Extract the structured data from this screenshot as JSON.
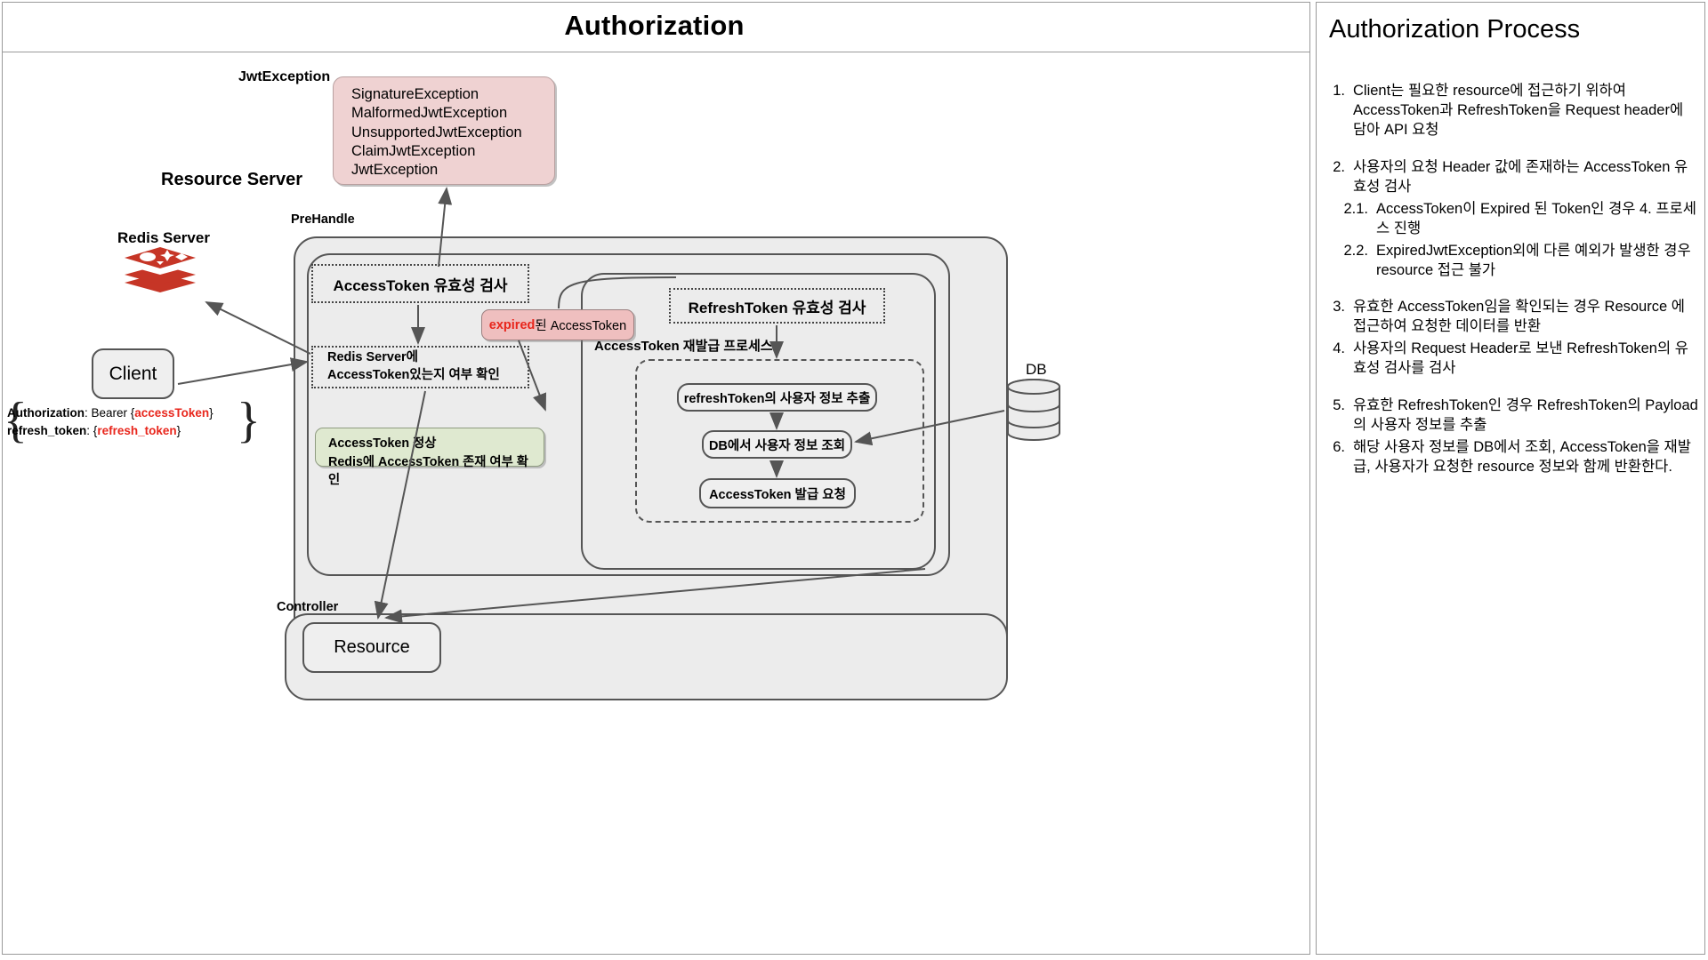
{
  "diagram": {
    "title": "Authorization",
    "resource_server_label": "Resource Server",
    "prehandle_label": "PreHandle",
    "controller_label": "Controller",
    "redis_label": "Redis Server",
    "db_label": "DB",
    "client_label": "Client",
    "resource_label": "Resource",
    "jwt_exception_label": "JwtException",
    "jwt_exceptions": [
      "SignatureException",
      "MalformedJwtException",
      "UnsupportedJwtException",
      "ClaimJwtException",
      "JwtException"
    ],
    "client_header": {
      "line1_key": "Authorization",
      "line1_sep": ": Bearer {",
      "line1_val": "accessToken",
      "line1_end": "}",
      "line2_key": "refresh_token",
      "line2_sep": ": {",
      "line2_val": "refresh_token",
      "line2_end": "}"
    },
    "access_validation_label": "AccessToken 유효성 검사",
    "redis_check_line1": "Redis Server에",
    "redis_check_line2": "AccessToken있는지 여부 확인",
    "expired_callout_red": "expired",
    "expired_callout_rest": " 된 AccessToken",
    "ok_callout_line1": "AccessToken 정상",
    "ok_callout_line2": "Redis에 AccessToken 존재 여부 확인",
    "refresh_validation_label": "RefreshToken 유효성 검사",
    "reissue_process_label": "AccessToken 재발급 프로세스",
    "reissue_steps": [
      "refreshToken의 사용자 정보 추출",
      "DB에서 사용자 정보 조회",
      "AccessToken 발급 요청"
    ]
  },
  "process_panel": {
    "title": "Authorization Process",
    "items": [
      {
        "num": "1.",
        "sub": false,
        "text": "Client는 필요한 resource에 접근하기 위하여 AccessToken과 RefreshToken을 Request header에 담아 API 요청",
        "gap_after": true
      },
      {
        "num": "2.",
        "sub": false,
        "text": "사용자의 요청 Header 값에 존재하는 AccessToken 유효성 검사",
        "gap_after": false
      },
      {
        "num": "2.1.",
        "sub": true,
        "text": "AccessToken이 Expired 된 Token인 경우 4. 프로세스 진행",
        "gap_after": false
      },
      {
        "num": "2.2.",
        "sub": true,
        "text": "ExpiredJwtException외에 다른 예외가 발생한 경우 resource 접근 불가",
        "gap_after": true
      },
      {
        "num": "3.",
        "sub": false,
        "text": "유효한 AccessToken임을 확인되는 경우 Resource 에 접근하여 요청한 데이터를 반환",
        "gap_after": false
      },
      {
        "num": "4.",
        "sub": false,
        "text": "사용자의 Request Header로 보낸 RefreshToken의 유효성 검사를 검사",
        "gap_after": true
      },
      {
        "num": "5.",
        "sub": false,
        "text": "유효한 RefreshToken인 경우 RefreshToken의 Payload의 사용자 정보를 추출",
        "gap_after": false
      },
      {
        "num": "6.",
        "sub": false,
        "text": "해당 사용자 정보를 DB에서 조회, AccessToken을 재발급, 사용자가 요청한 resource 정보와 함께 반환한다.",
        "gap_after": false
      }
    ]
  },
  "colors": {
    "exception_fill": "#efd2d2",
    "expired_fill": "#efbfbf",
    "ok_fill": "#dfe9d0",
    "panel_fill": "#ececec",
    "accent_red": "#e8261c",
    "redis_red": "#c63526",
    "stroke": "#555555"
  }
}
